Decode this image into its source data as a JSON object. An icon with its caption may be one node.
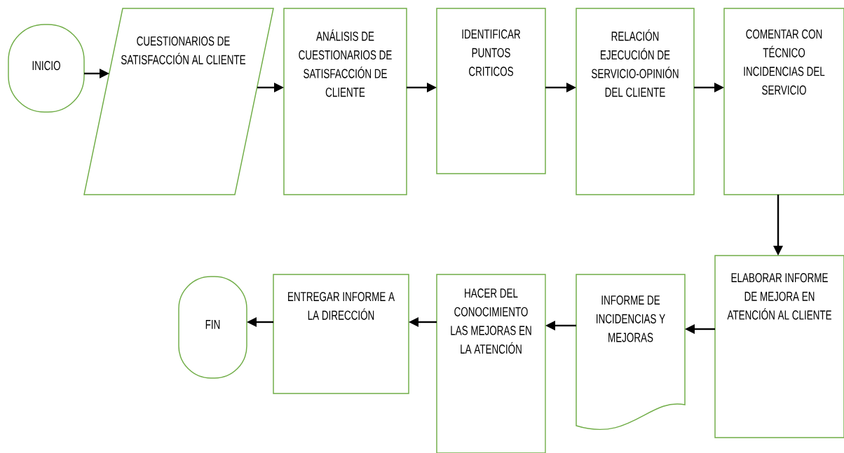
{
  "diagram": {
    "nodes": [
      {
        "text": [
          "INICIO"
        ]
      },
      {
        "text": [
          "CUESTIONARIOS DE SATISFACCIÓN AL CLIENTE"
        ]
      },
      {
        "text": [
          "ANÁLISIS DE CUESTIONARIOS DE SATISFACCIÓN DE CLIENTE"
        ]
      },
      {
        "text": [
          "IDENTIFICAR PUNTOS CRITICOS"
        ]
      },
      {
        "text": [
          "RELACIÓN EJECUCIÓN DE SERVICIO-OPINIÓN DEL CLIENTE"
        ]
      },
      {
        "text": [
          "COMENTAR CON TÉCNICO INCIDENCIAS DEL SERVICIO"
        ]
      },
      {
        "text": [
          "ELABORAR INFORME DE MEJORA EN ATENCIÓN AL CLIENTE"
        ]
      },
      {
        "text": [
          "INFORME DE INCIDENCIAS Y MEJORAS"
        ]
      },
      {
        "text": [
          "HACER DEL CONOCIMIENTO LAS MEJORAS EN LA ATENCIÓN"
        ]
      },
      {
        "text": [
          "ENTREGAR INFORME A LA DIRECCIÓN"
        ]
      },
      {
        "text": [
          "FIN"
        ]
      }
    ],
    "edges": [
      {
        "from": 0,
        "to": 1,
        "arrow": "to"
      },
      {
        "from": 1,
        "to": 2,
        "arrow": "to"
      },
      {
        "from": 2,
        "to": 3,
        "arrow": "to"
      },
      {
        "from": 3,
        "to": 4,
        "arrow": "to"
      },
      {
        "from": 4,
        "to": 5,
        "arrow": "to"
      },
      {
        "from": 5,
        "to": 6,
        "arrow": "to"
      },
      {
        "from": 6,
        "to": 7,
        "arrow": "to"
      },
      {
        "from": 7,
        "to": 8,
        "arrow": "to"
      },
      {
        "from": 8,
        "to": 9,
        "arrow": "to"
      },
      {
        "from": 9,
        "to": 10,
        "arrow": "to"
      }
    ]
  }
}
